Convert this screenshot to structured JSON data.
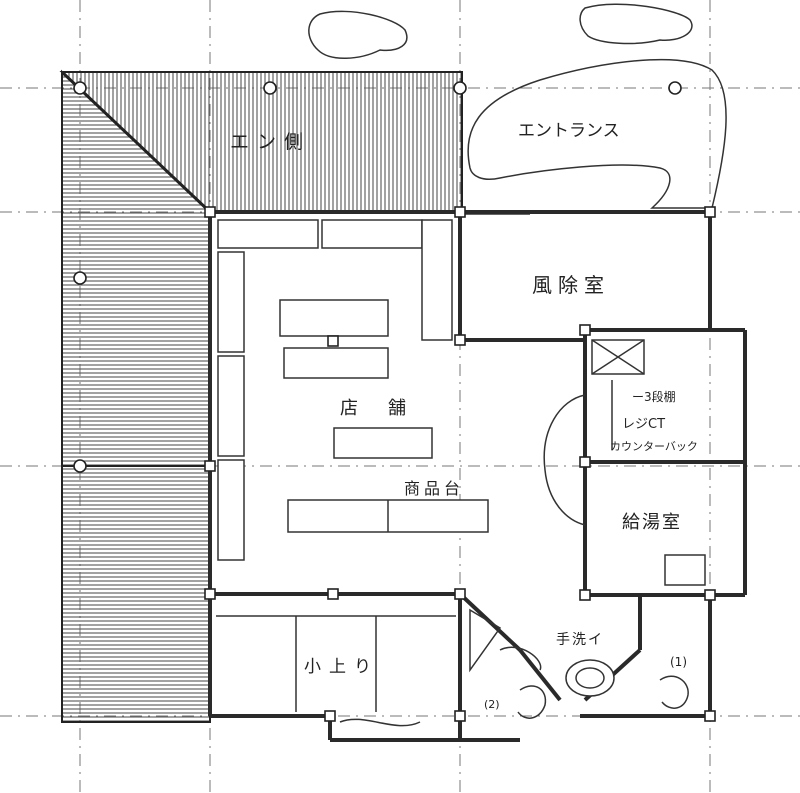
{
  "rooms": {
    "en_side": "エン側",
    "entrance": "エントランス",
    "wind_room": "風除室",
    "store": "店舗",
    "display_table": "商品台",
    "counter_note_1": "ー3段棚",
    "counter_note_2": "レジCT",
    "counter_note_3": "カウンターバック",
    "kitchenette": "給湯室",
    "toilet": "手洗イ",
    "agari": "小上り",
    "mark_1": "(1)",
    "mark_2": "(2)"
  },
  "colors": {
    "line": "#2a2a2a",
    "hatch": "#555555",
    "paper": "#ffffff"
  }
}
